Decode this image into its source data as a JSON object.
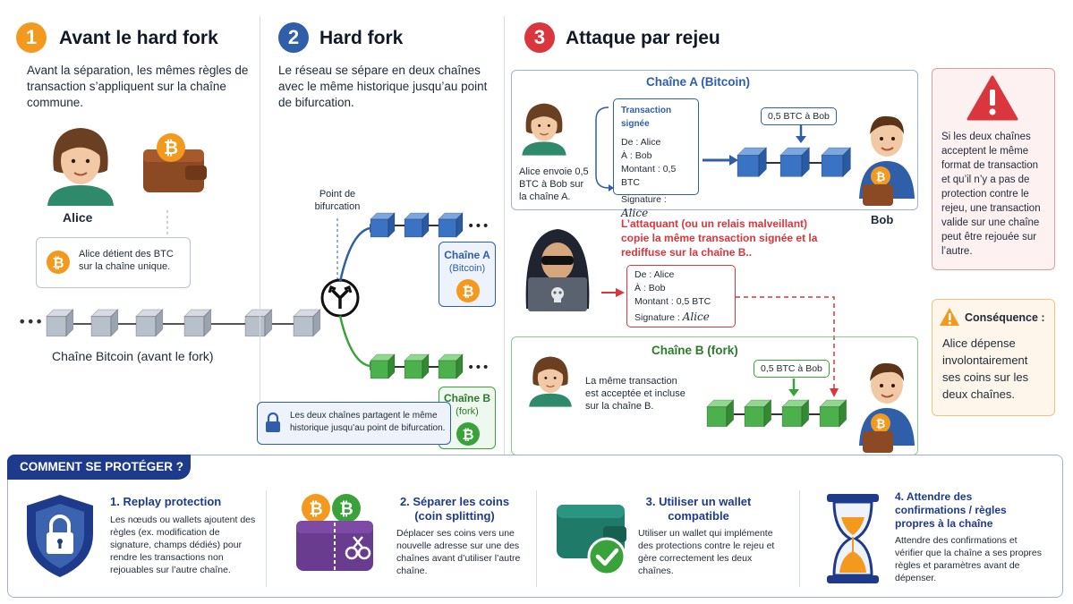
{
  "sections": [
    {
      "number": "1",
      "title": "Avant le hard fork",
      "description": "Avant la séparation, les mêmes règles de transaction s’appliquent sur la chaîne commune."
    },
    {
      "number": "2",
      "title": "Hard fork",
      "description": "Le réseau se sépare en deux chaînes avec le même historique jusqu’au point de bifurcation."
    },
    {
      "number": "3",
      "title": "Attaque par rejeu"
    }
  ],
  "section1": {
    "person": "Alice",
    "note": "Alice détient des BTC sur la chaîne unique.",
    "chain_label": "Chaîne Bitcoin (avant le fork)"
  },
  "section2": {
    "fork_point": "Point de bifurcation",
    "chain_a": {
      "name": "Chaîne A",
      "sub": "(Bitcoin)"
    },
    "chain_b": {
      "name": "Chaîne B",
      "sub": "(fork)"
    },
    "note": "Les deux chaînes partagent le même historique jusqu’au point de bifurcation."
  },
  "section3": {
    "chain_a_title": "Chaîne A (Bitcoin)",
    "alice_a_text": "Alice envoie 0,5 BTC à Bob sur la chaîne A.",
    "tx_title": "Transaction signée",
    "tx_from": "De : Alice",
    "tx_to": "À : Bob",
    "tx_amount": "Montant : 0,5 BTC",
    "tx_sig": "Signature :",
    "signature": "Alice",
    "amount_tag": "0,5 BTC à Bob",
    "bob": "Bob",
    "attacker_text": "L’attaquant (ou un relais malveillant) copie la même transaction signée et la rediffuse sur la chaîne B..",
    "chain_b_title": "Chaîne B (fork)",
    "alice_b_text": "La même transaction est acceptée et incluse sur la chaîne B.",
    "warning_text": "Si les deux chaînes acceptent le même format de transaction et qu’il n’y a pas de protection contre le rejeu, une transaction valide sur une chaîne peut être rejouée sur l’autre.",
    "consequence_title": "Conséquence :",
    "consequence_text": "Alice dépense involontairement ses coins sur les deux chaînes."
  },
  "protect": {
    "banner": "COMMENT SE PROTÉGER ?",
    "items": [
      {
        "title": "1. Replay protection",
        "text": "Les nœuds ou wallets ajoutent des règles (ex. modification de signature, champs dédiés) pour rendre les transactions non rejouables sur l’autre chaîne."
      },
      {
        "title": "2. Séparer les coins (coin splitting)",
        "text": "Déplacer ses coins vers une nouvelle adresse sur une des chaînes avant d’utiliser l’autre chaîne."
      },
      {
        "title": "3. Utiliser un wallet compatible",
        "text": "Utiliser un wallet qui implémente des protections contre le rejeu et gère correctement les deux chaînes."
      },
      {
        "title": "4. Attendre des confirmations / règles propres à la chaîne",
        "text": "Attendre des confirmations et vérifier que la chaîne a ses propres règles et paramètres avant de dépenser."
      }
    ]
  },
  "colors": {
    "orange": "#f39a1e",
    "blue": "#2f5fa8",
    "red": "#d9363e",
    "green": "#3aa23a",
    "navy": "#1e3a8a"
  }
}
